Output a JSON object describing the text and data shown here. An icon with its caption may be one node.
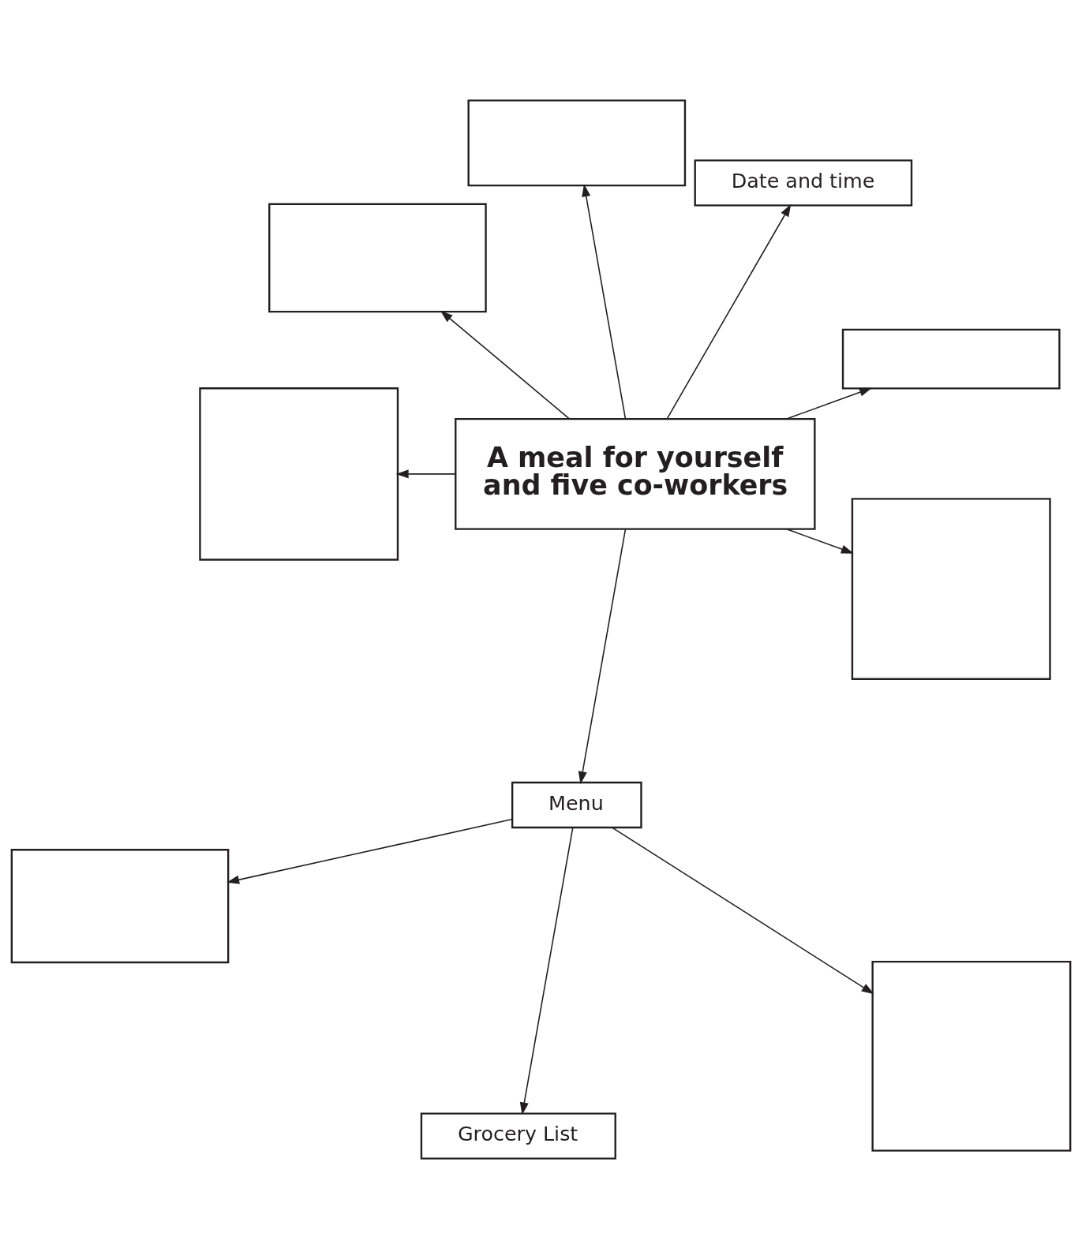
{
  "diagram": {
    "nodes": [
      {
        "text": [],
        "shape": "box"
      },
      {
        "text": [
          "Date and time"
        ]
      },
      {
        "text": [],
        "shape": "box"
      },
      {
        "text": [
          "A meal for yourself and five co-workers"
        ]
      },
      {
        "text": [],
        "shape": "box"
      },
      {
        "text": [],
        "shape": "box"
      },
      {
        "text": [],
        "shape": "box"
      },
      {
        "text": [
          "Menu"
        ]
      },
      {
        "text": [
          "Grocery List"
        ]
      },
      {
        "text": [],
        "shape": "box"
      },
      {
        "text": [],
        "shape": "box"
      }
    ],
    "edges": [
      {
        "from": 3,
        "to": 0,
        "arrow": "to"
      },
      {
        "from": 3,
        "to": 1,
        "arrow": "to"
      },
      {
        "from": 3,
        "to": 2,
        "arrow": "to"
      },
      {
        "from": 3,
        "to": 4,
        "arrow": "to"
      },
      {
        "from": 3,
        "to": 5,
        "arrow": "to"
      },
      {
        "from": 3,
        "to": 7,
        "arrow": "to"
      },
      {
        "from": 3,
        "to": 9,
        "arrow": "to"
      },
      {
        "from": 7,
        "to": 6,
        "arrow": "to"
      },
      {
        "from": 7,
        "to": 8,
        "arrow": "to"
      },
      {
        "from": 7,
        "to": 10,
        "arrow": "to"
      }
    ]
  }
}
